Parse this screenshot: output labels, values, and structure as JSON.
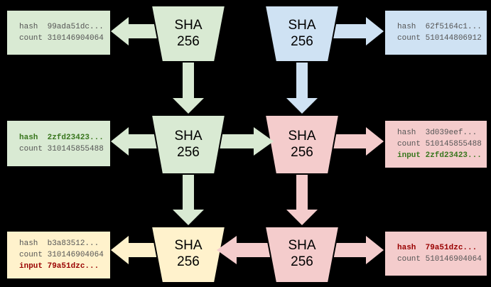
{
  "colors": {
    "background": "#000000",
    "green": "#d9ead3",
    "blue": "#cfe2f3",
    "pink": "#f4cccc",
    "yellow": "#fff2cc",
    "text_normal": "#555555",
    "text_green": "#38761d",
    "text_red": "#990000",
    "funnel_label": "#000000"
  },
  "funnels": {
    "top_left": {
      "label": "SHA 256"
    },
    "top_right": {
      "label": "SHA 256"
    },
    "middle_left": {
      "label": "SHA 256"
    },
    "middle_right": {
      "label": "SHA 256"
    },
    "bottom_left": {
      "label": "SHA 256"
    },
    "bottom_right": {
      "label": "SHA 256"
    }
  },
  "boxes": {
    "top_left": {
      "line1": "hash  99ada51dc...",
      "line2": "count 310146904064"
    },
    "top_right": {
      "line1": "hash  62f5164c1...",
      "line2": "count 510144806912"
    },
    "middle_left": {
      "line1": "hash  2zfd23423...",
      "line2": "count 310145855488"
    },
    "middle_right": {
      "line1": "hash  3d039eef...",
      "line2": "count 510145855488",
      "line3": "input 2zfd23423..."
    },
    "bottom_left": {
      "line1": "hash  b3a83512...",
      "line2": "count 310146904064",
      "line3": "input 79a51dzc..."
    },
    "bottom_right": {
      "line1": "hash  79a51dzc...",
      "line2": "count 510146904064"
    }
  }
}
